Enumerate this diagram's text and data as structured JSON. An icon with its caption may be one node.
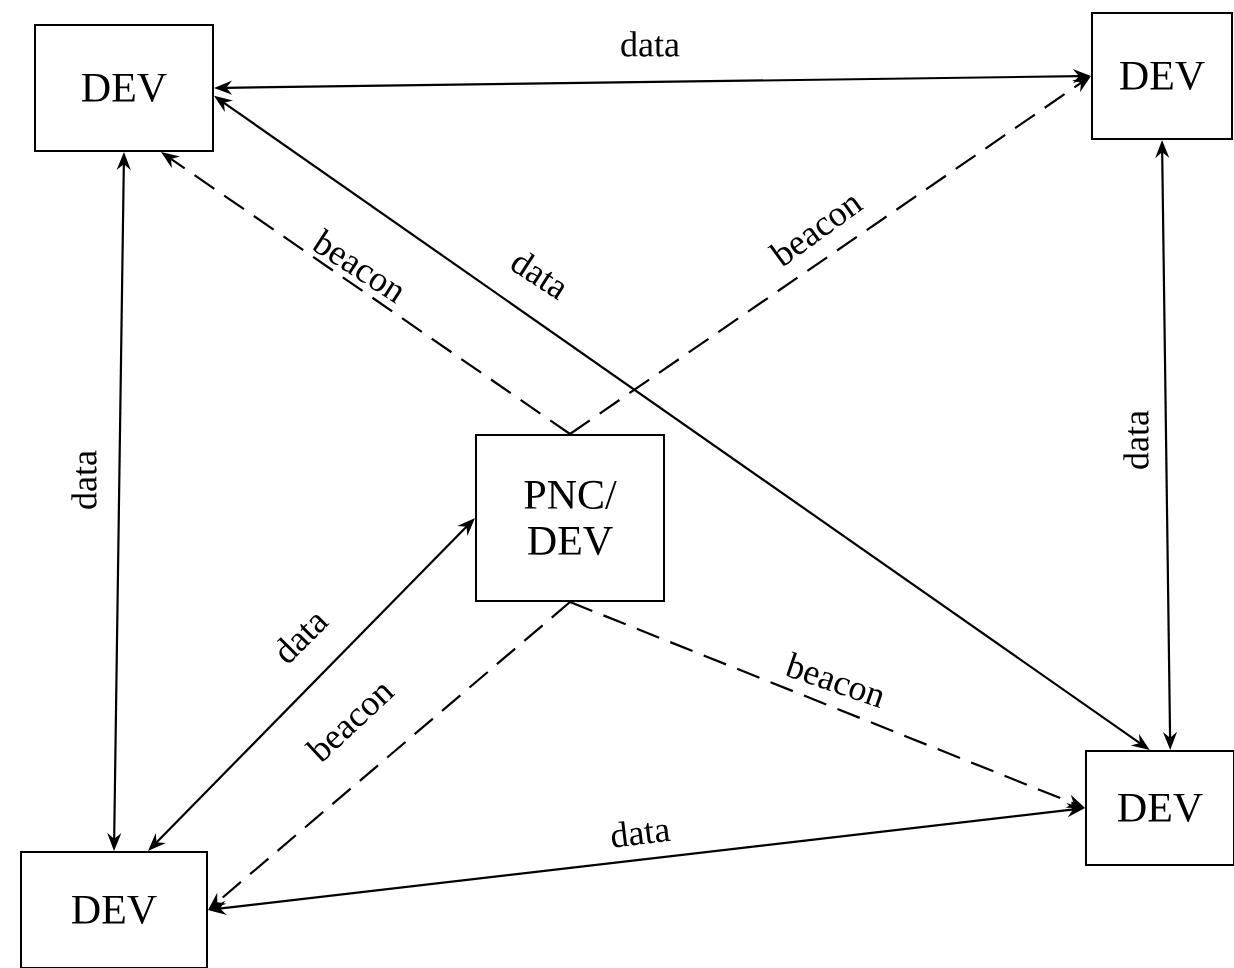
{
  "diagram": {
    "nodes": [
      {
        "text": [
          "DEV"
        ]
      },
      {
        "text": [
          "DEV"
        ]
      },
      {
        "text": [
          "PNC/ DEV"
        ]
      },
      {
        "text": [
          "DEV"
        ]
      },
      {
        "text": [
          "DEV"
        ]
      }
    ],
    "edges": [
      {
        "from": 0,
        "to": 1,
        "arrow": "both",
        "label": "data"
      },
      {
        "from": 0,
        "to": 3,
        "arrow": "both",
        "label": "data"
      },
      {
        "from": 0,
        "to": 4,
        "arrow": "both",
        "label": "data"
      },
      {
        "from": 1,
        "to": 3,
        "arrow": "both",
        "label": "data"
      },
      {
        "from": 2,
        "to": 4,
        "arrow": "both",
        "label": "data"
      },
      {
        "from": 4,
        "to": 3,
        "arrow": "both",
        "label": "data"
      },
      {
        "from": 2,
        "to": 0,
        "arrow": "to",
        "label": "beacon",
        "style": "dashed"
      },
      {
        "from": 2,
        "to": 1,
        "arrow": "to",
        "label": "beacon",
        "style": "dashed"
      },
      {
        "from": 2,
        "to": 3,
        "arrow": "to",
        "label": "beacon",
        "style": "dashed"
      },
      {
        "from": 2,
        "to": 4,
        "arrow": "to",
        "label": "beacon",
        "style": "dashed"
      }
    ]
  }
}
